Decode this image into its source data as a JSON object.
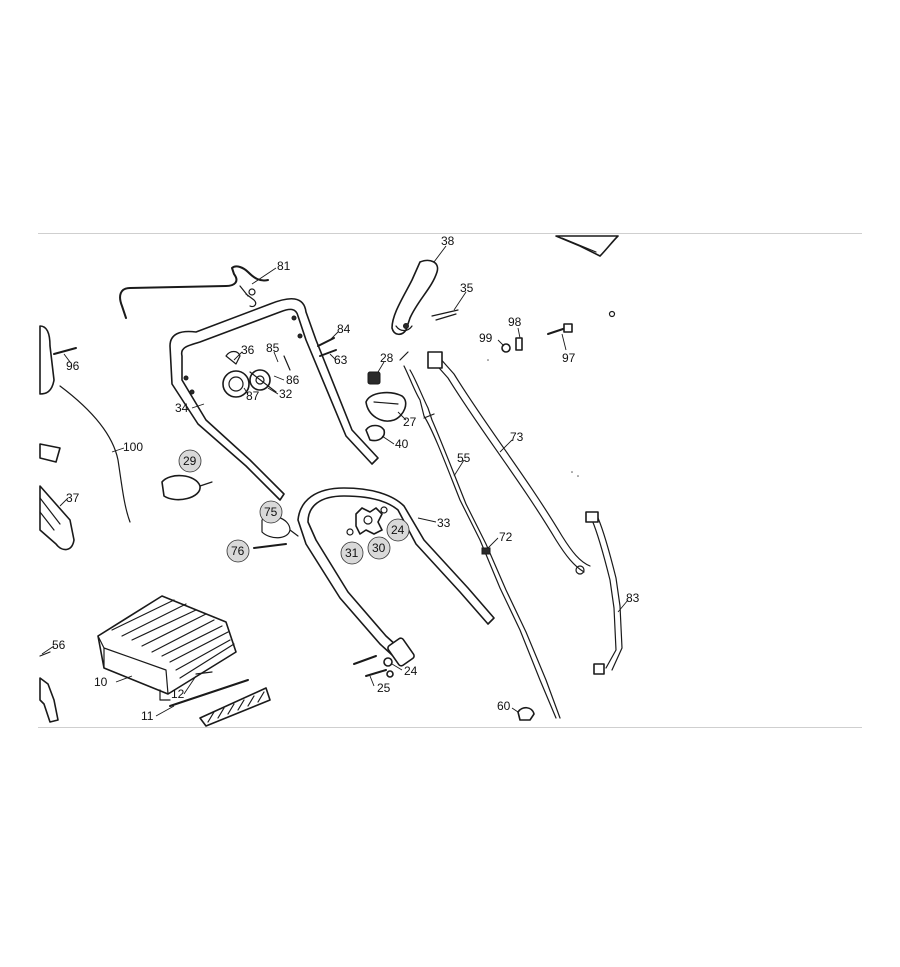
{
  "diagram": {
    "part_labels": [
      {
        "id": "p38",
        "text": "38"
      },
      {
        "id": "p81",
        "text": "81"
      },
      {
        "id": "p35",
        "text": "35"
      },
      {
        "id": "p84",
        "text": "84"
      },
      {
        "id": "p98",
        "text": "98"
      },
      {
        "id": "p99",
        "text": "99"
      },
      {
        "id": "p97",
        "text": "97"
      },
      {
        "id": "p96",
        "text": "96"
      },
      {
        "id": "p36",
        "text": "36"
      },
      {
        "id": "p85",
        "text": "85"
      },
      {
        "id": "p63",
        "text": "63"
      },
      {
        "id": "p28",
        "text": "28"
      },
      {
        "id": "p86",
        "text": "86"
      },
      {
        "id": "p87",
        "text": "87"
      },
      {
        "id": "p32",
        "text": "32"
      },
      {
        "id": "p34",
        "text": "34"
      },
      {
        "id": "p27",
        "text": "27"
      },
      {
        "id": "p73",
        "text": "73"
      },
      {
        "id": "p100",
        "text": "100"
      },
      {
        "id": "p40",
        "text": "40"
      },
      {
        "id": "p55",
        "text": "55"
      },
      {
        "id": "p29",
        "text": "29",
        "highlighted": true
      },
      {
        "id": "p37",
        "text": "37"
      },
      {
        "id": "p75",
        "text": "75",
        "highlighted": true
      },
      {
        "id": "p33",
        "text": "33"
      },
      {
        "id": "p24a",
        "text": "24",
        "highlighted": true
      },
      {
        "id": "p72",
        "text": "72"
      },
      {
        "id": "p31",
        "text": "31",
        "highlighted": true
      },
      {
        "id": "p30",
        "text": "30",
        "highlighted": true
      },
      {
        "id": "p76",
        "text": "76",
        "highlighted": true
      },
      {
        "id": "p83",
        "text": "83"
      },
      {
        "id": "p56",
        "text": "56"
      },
      {
        "id": "p24b",
        "text": "24"
      },
      {
        "id": "p10",
        "text": "10"
      },
      {
        "id": "p25",
        "text": "25"
      },
      {
        "id": "p12",
        "text": "12"
      },
      {
        "id": "p60",
        "text": "60"
      },
      {
        "id": "p11",
        "text": "11"
      }
    ]
  },
  "colors": {
    "background": "#ffffff",
    "line": "#1a1a1a",
    "badge_fill": "#d9d9d9",
    "rule": "#cfcfcf"
  }
}
